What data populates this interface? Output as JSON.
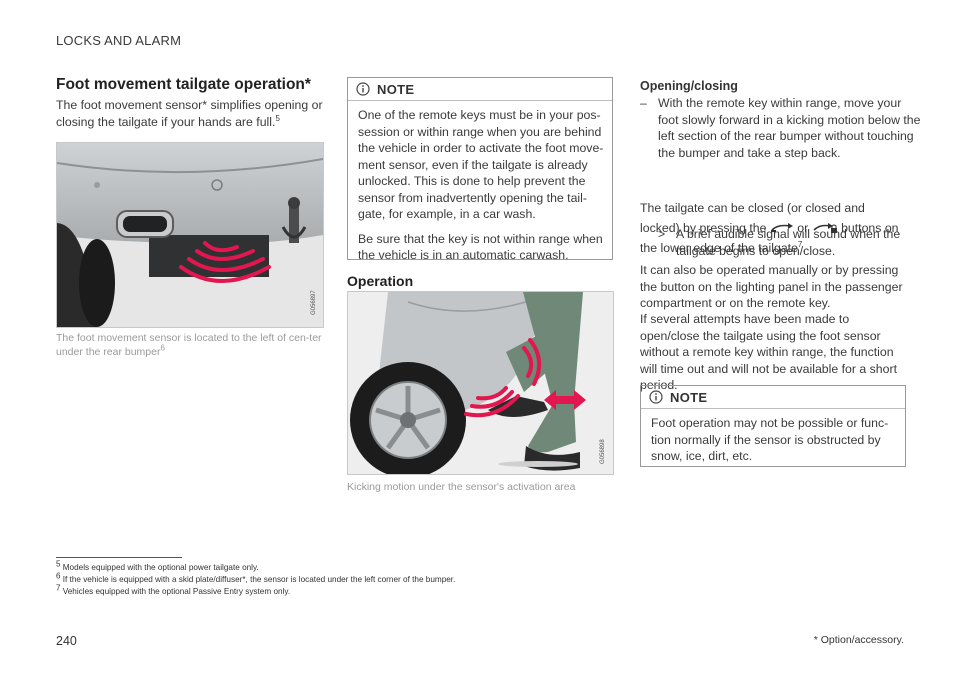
{
  "header": {
    "section": "LOCKS AND ALARM"
  },
  "title": "Foot movement tailgate operation*",
  "intro": {
    "text": "The foot movement sensor* simplifies opening or closing the tailgate if your hands are full.",
    "sup": "5"
  },
  "figure1": {
    "code": "G056897",
    "caption": "The foot movement sensor is located to the left of cen-ter under the rear bumper",
    "caption_sup": "6"
  },
  "note1": {
    "label": "NOTE",
    "p1": "One of the remote keys must be in your pos-session or within range when you are behind the vehicle in order to activate the foot move-ment sensor, even if the tailgate is already unlocked. This is done to help prevent the sensor from inadvertently opening the tail-gate, for example, in a car wash.",
    "p2": "Be sure that the key is not within range when the vehicle is in an automatic carwash."
  },
  "operation": {
    "heading": "Operation",
    "figure_code": "G056898",
    "caption": "Kicking motion under the sensor's activation area"
  },
  "opening": {
    "heading": "Opening/closing",
    "step_marker": "–",
    "step": "With the remote key within range, move your foot slowly forward in a kicking motion below the left section of the rear bumper without touching the bumper and take a step back.",
    "result_marker": ">",
    "result": "A brief audible signal will sound when the tailgate begins to open/close.",
    "p1_a": "The tailgate can be closed (or closed and locked) by pressing the",
    "p1_or": "or",
    "p1_b": "buttons on the lower edge of the tailgate",
    "p1_sup": "7",
    "p1_end": ".",
    "p2": "It can also be operated manually or by pressing the button on the lighting panel in the passenger compartment or on the remote key.",
    "p3": "If several attempts have been made to open/close the tailgate using the foot sensor without a remote key within range, the function will time out and will not be available for a short period."
  },
  "note2": {
    "label": "NOTE",
    "p1": "Foot operation may not be possible or func-tion normally if the sensor is obstructed by snow, ice, dirt, etc."
  },
  "footnotes": {
    "f5_num": "5",
    "f5": "Models equipped with the optional power tailgate only.",
    "f6_num": "6",
    "f6": "If the vehicle is equipped with a skid plate/diffuser*, the sensor is located under the left corner of the bumper.",
    "f7_num": "7",
    "f7": "Vehicles equipped with the optional Passive Entry system only."
  },
  "footer": {
    "page": "240",
    "note": "* Option/accessory."
  },
  "colors": {
    "signal": "#e2174f",
    "car": "#b9bcbe",
    "leg": "#6f8878"
  }
}
